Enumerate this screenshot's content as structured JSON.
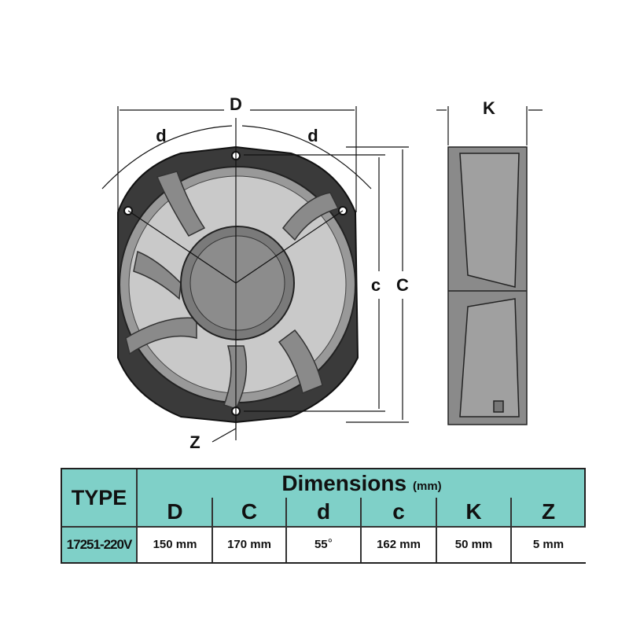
{
  "diagram": {
    "labels": {
      "D": "D",
      "d_left": "d",
      "d_right": "d",
      "c": "c",
      "C": "C",
      "K": "K",
      "Z": "Z"
    }
  },
  "table": {
    "type_header": "TYPE",
    "group_header": "Dimensions",
    "group_unit": "(mm)",
    "columns": [
      "D",
      "C",
      "d",
      "c",
      "K",
      "Z"
    ],
    "rows": [
      {
        "type": "17251-220V",
        "values": [
          "150 mm",
          "170 mm",
          "55",
          "162 mm",
          "50 mm",
          "5 mm"
        ],
        "degree_symbol": "°"
      }
    ]
  },
  "colors": {
    "header_bg": "#7fd0c8",
    "fan_body": "#8a8a8a",
    "fan_dark": "#3a3a3a"
  }
}
